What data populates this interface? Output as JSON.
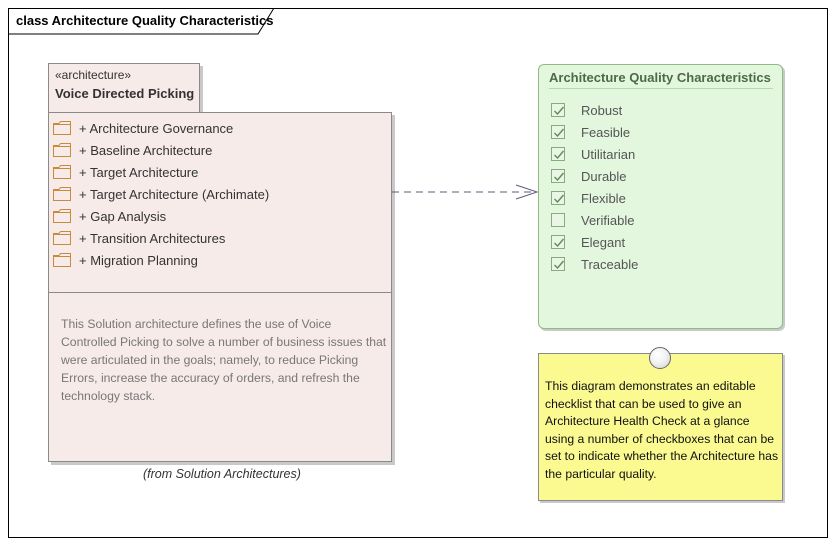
{
  "frame": {
    "title": "class Architecture Quality Characteristics"
  },
  "package": {
    "stereotype": "«architecture»",
    "name": "Voice Directed Picking",
    "items": [
      {
        "label": "+ Architecture Governance"
      },
      {
        "label": "+ Baseline Architecture"
      },
      {
        "label": "+ Target Architecture"
      },
      {
        "label": "+ Target Architecture (Archimate)"
      },
      {
        "label": "+ Gap Analysis"
      },
      {
        "label": "+ Transition Architectures"
      },
      {
        "label": "+ Migration Planning"
      }
    ],
    "description": "This Solution architecture defines the use of Voice Controlled Picking to solve a number of business issues that were articulated in the goals; namely, to reduce Picking Errors, increase the accuracy of orders, and refresh the technology stack.",
    "origin": "(from Solution Architectures)"
  },
  "checklist": {
    "title": "Architecture Quality Characteristics",
    "items": [
      {
        "label": "Robust",
        "checked": true
      },
      {
        "label": "Feasible",
        "checked": true
      },
      {
        "label": "Utilitarian",
        "checked": true
      },
      {
        "label": "Durable",
        "checked": true
      },
      {
        "label": "Flexible",
        "checked": true
      },
      {
        "label": "Verifiable",
        "checked": false
      },
      {
        "label": "Elegant",
        "checked": true
      },
      {
        "label": "Traceable",
        "checked": true
      }
    ]
  },
  "note": {
    "text": "This diagram demonstrates an editable checklist that can be used to give an Architecture Health Check at a glance using a number of checkboxes that can be set to indicate whether the Architecture has the particular quality."
  },
  "colors": {
    "package_fill": "#f6ebe8",
    "checklist_fill": "#e3f7df",
    "note_fill": "#fafa91",
    "folder_stroke": "#c98a3a",
    "check_stroke": "#5f8a56"
  },
  "icons": {
    "package_item": "folder-icon",
    "checklist_item": "checkbox-icon",
    "note_anchor": "circle-icon",
    "connector": "dependency-arrow"
  }
}
